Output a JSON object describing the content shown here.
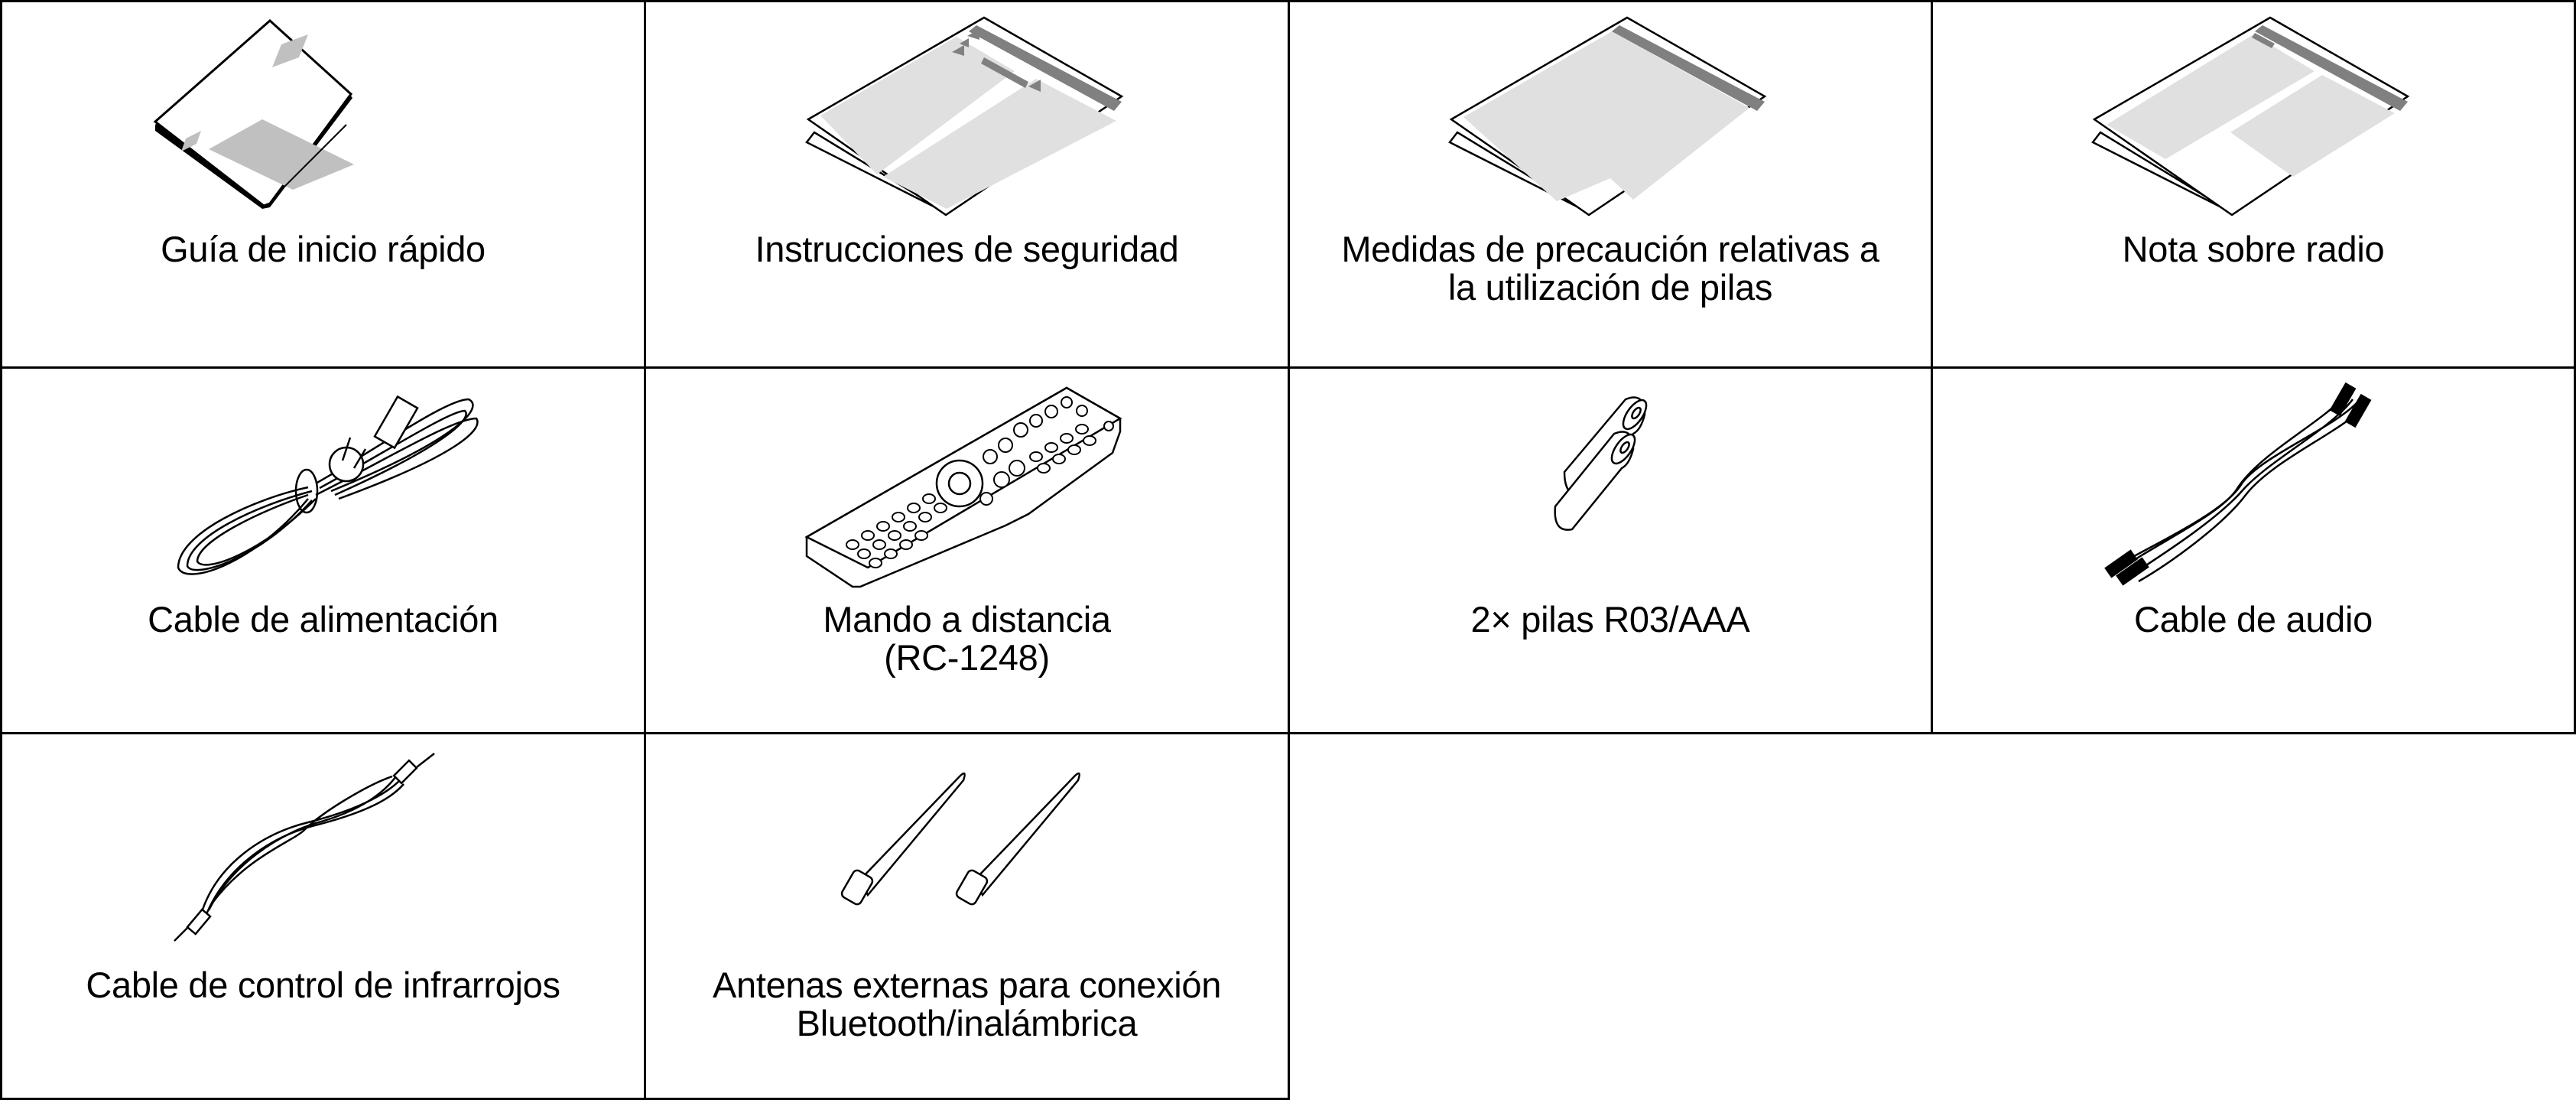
{
  "document": {
    "section": "accessories-list",
    "layout": {
      "rows": 3,
      "columns": 4,
      "border_color": "#000000",
      "background": "#ffffff"
    },
    "items": [
      {
        "label": "Guía de inicio rápido",
        "icon": "booklet-icon"
      },
      {
        "label": "Instrucciones de seguridad",
        "icon": "folded-leaflet-icon"
      },
      {
        "label": "Medidas de precaución relativas a\nla utilización de pilas",
        "icon": "folded-leaflet-icon"
      },
      {
        "label": "Nota sobre radio",
        "icon": "folded-leaflet-icon"
      },
      {
        "label": "Cable de alimentación",
        "icon": "power-cable-icon"
      },
      {
        "label": "Mando a distancia\n(RC-1248)",
        "icon": "remote-control-icon"
      },
      {
        "label": "2× pilas R03/AAA",
        "icon": "batteries-icon"
      },
      {
        "label": "Cable de audio",
        "icon": "audio-cable-icon"
      },
      {
        "label": "Cable de control de infrarrojos",
        "icon": "ir-control-cable-icon"
      },
      {
        "label": "Antenas externas para conexión\nBluetooth/inalámbrica",
        "icon": "external-antennas-icon"
      }
    ],
    "colors": {
      "line": "#000000",
      "fill_light": "#e0e0e0",
      "fill_mid": "#c0c0c0",
      "fill_dark": "#808080"
    }
  }
}
